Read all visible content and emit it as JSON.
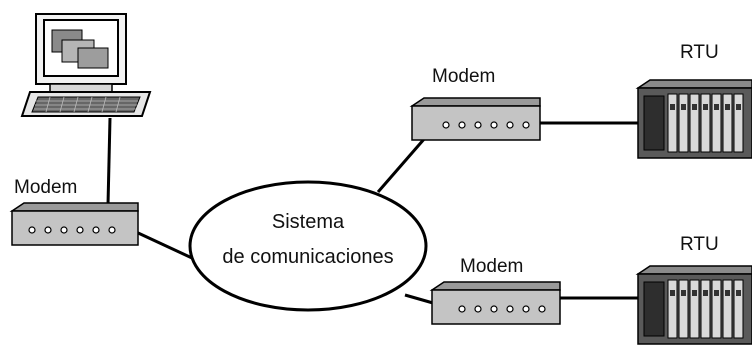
{
  "labels": {
    "modem_left": "Modem",
    "modem_top": "Modem",
    "modem_bottom": "Modem",
    "rtu_top": "RTU",
    "rtu_bottom": "RTU",
    "network_line1": "Sistema",
    "network_line2": "de comunicaciones"
  },
  "icons": {
    "computer": "computer-icon",
    "modem": "modem-icon",
    "rtu": "rtu-icon"
  },
  "colors": {
    "line": "#000000",
    "modem_top_face": "#9a9a9a",
    "modem_front": "#c4c4c4",
    "rtu_body": "#5a5a5a",
    "background": "#ffffff"
  }
}
